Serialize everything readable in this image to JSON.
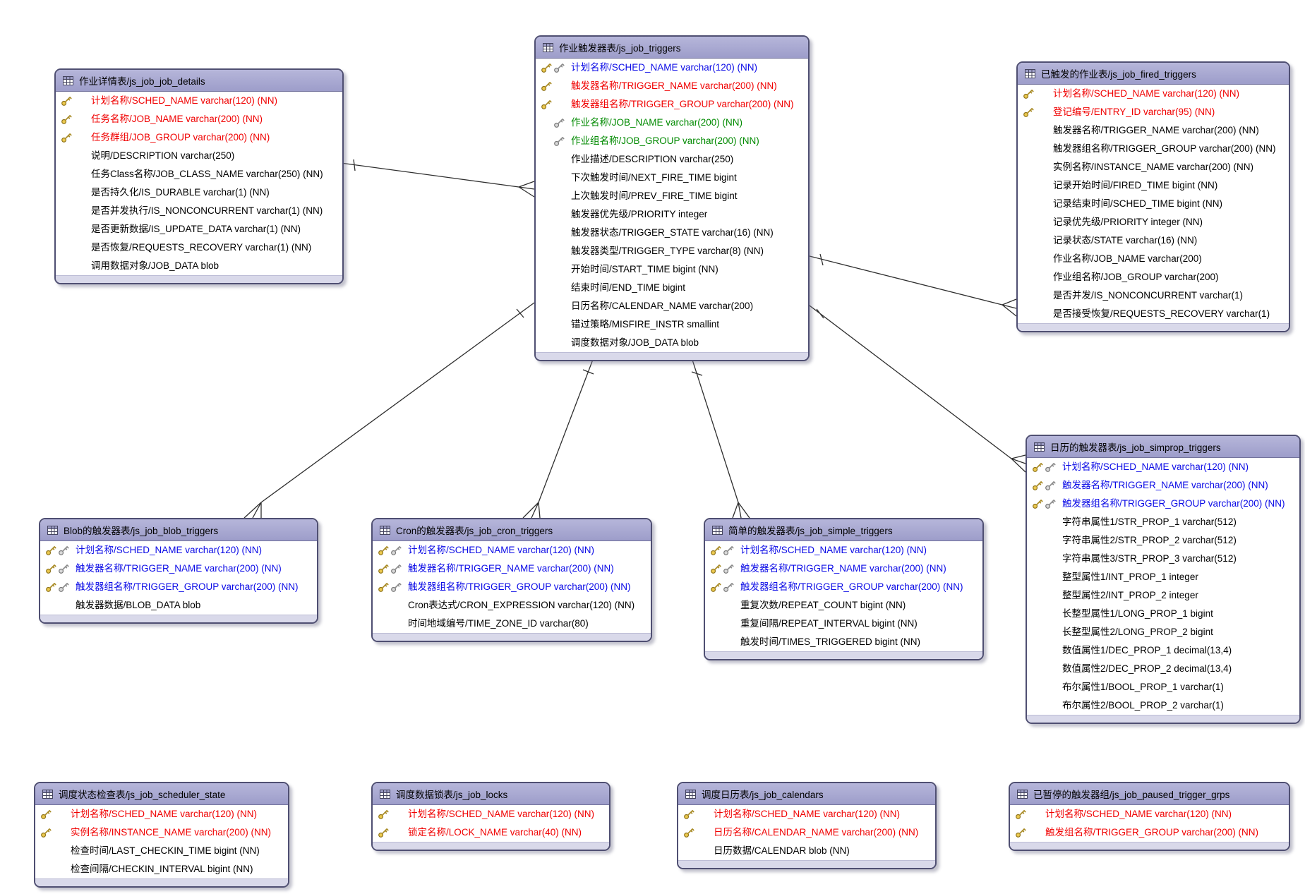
{
  "diagram": {
    "tables": [
      {
        "id": "js_job_job_details",
        "title": "作业详情表/js_job_job_details",
        "fields": [
          {
            "t": "计划名称/SCHED_NAME varchar(120) (NN)",
            "c": "red",
            "k": "g"
          },
          {
            "t": "任务名称/JOB_NAME varchar(200) (NN)",
            "c": "red",
            "k": "g"
          },
          {
            "t": "任务群组/JOB_GROUP varchar(200) (NN)",
            "c": "red",
            "k": "g"
          },
          {
            "t": "说明/DESCRIPTION varchar(250)"
          },
          {
            "t": "任务Class名称/JOB_CLASS_NAME varchar(250) (NN)"
          },
          {
            "t": "是否持久化/IS_DURABLE varchar(1) (NN)"
          },
          {
            "t": "是否并发执行/IS_NONCONCURRENT varchar(1) (NN)"
          },
          {
            "t": "是否更新数据/IS_UPDATE_DATA varchar(1) (NN)"
          },
          {
            "t": "是否恢复/REQUESTS_RECOVERY varchar(1) (NN)"
          },
          {
            "t": "调用数据对象/JOB_DATA blob"
          }
        ]
      },
      {
        "id": "js_job_triggers",
        "title": "作业触发器表/js_job_triggers",
        "fields": [
          {
            "t": "计划名称/SCHED_NAME varchar(120) (NN)",
            "c": "blue",
            "k": "gs"
          },
          {
            "t": "触发器名称/TRIGGER_NAME varchar(200) (NN)",
            "c": "red",
            "k": "g"
          },
          {
            "t": "触发器组名称/TRIGGER_GROUP varchar(200) (NN)",
            "c": "red",
            "k": "g"
          },
          {
            "t": "作业名称/JOB_NAME varchar(200) (NN)",
            "c": "green",
            "k": "s"
          },
          {
            "t": "作业组名称/JOB_GROUP varchar(200) (NN)",
            "c": "green",
            "k": "s"
          },
          {
            "t": "作业描述/DESCRIPTION varchar(250)"
          },
          {
            "t": "下次触发时间/NEXT_FIRE_TIME bigint"
          },
          {
            "t": "上次触发时间/PREV_FIRE_TIME bigint"
          },
          {
            "t": "触发器优先级/PRIORITY integer"
          },
          {
            "t": "触发器状态/TRIGGER_STATE varchar(16) (NN)"
          },
          {
            "t": "触发器类型/TRIGGER_TYPE varchar(8) (NN)"
          },
          {
            "t": "开始时间/START_TIME bigint (NN)"
          },
          {
            "t": "结束时间/END_TIME bigint"
          },
          {
            "t": "日历名称/CALENDAR_NAME varchar(200)"
          },
          {
            "t": "错过策略/MISFIRE_INSTR smallint"
          },
          {
            "t": "调度数据对象/JOB_DATA blob"
          }
        ]
      },
      {
        "id": "js_job_fired_triggers",
        "title": "已触发的作业表/js_job_fired_triggers",
        "fields": [
          {
            "t": "计划名称/SCHED_NAME varchar(120) (NN)",
            "c": "red",
            "k": "g"
          },
          {
            "t": "登记编号/ENTRY_ID varchar(95) (NN)",
            "c": "red",
            "k": "g"
          },
          {
            "t": "触发器名称/TRIGGER_NAME varchar(200) (NN)"
          },
          {
            "t": "触发器组名称/TRIGGER_GROUP varchar(200) (NN)"
          },
          {
            "t": "实例名称/INSTANCE_NAME varchar(200) (NN)"
          },
          {
            "t": "记录开始时间/FIRED_TIME bigint (NN)"
          },
          {
            "t": "记录结束时间/SCHED_TIME bigint (NN)"
          },
          {
            "t": "记录优先级/PRIORITY integer (NN)"
          },
          {
            "t": "记录状态/STATE varchar(16) (NN)"
          },
          {
            "t": "作业名称/JOB_NAME varchar(200)"
          },
          {
            "t": "作业组名称/JOB_GROUP varchar(200)"
          },
          {
            "t": "是否并发/IS_NONCONCURRENT varchar(1)"
          },
          {
            "t": "是否接受恢复/REQUESTS_RECOVERY varchar(1)"
          }
        ]
      },
      {
        "id": "js_job_blob_triggers",
        "title": "Blob的触发器表/js_job_blob_triggers",
        "fields": [
          {
            "t": "计划名称/SCHED_NAME varchar(120) (NN)",
            "c": "blue",
            "k": "gs"
          },
          {
            "t": "触发器名称/TRIGGER_NAME varchar(200) (NN)",
            "c": "blue",
            "k": "gs"
          },
          {
            "t": "触发器组名称/TRIGGER_GROUP varchar(200) (NN)",
            "c": "blue",
            "k": "gs"
          },
          {
            "t": "触发器数据/BLOB_DATA blob"
          }
        ]
      },
      {
        "id": "js_job_cron_triggers",
        "title": "Cron的触发器表/js_job_cron_triggers",
        "fields": [
          {
            "t": "计划名称/SCHED_NAME varchar(120) (NN)",
            "c": "blue",
            "k": "gs"
          },
          {
            "t": "触发器名称/TRIGGER_NAME varchar(200) (NN)",
            "c": "blue",
            "k": "gs"
          },
          {
            "t": "触发器组名称/TRIGGER_GROUP varchar(200) (NN)",
            "c": "blue",
            "k": "gs"
          },
          {
            "t": "Cron表达式/CRON_EXPRESSION varchar(120) (NN)"
          },
          {
            "t": "时间地域编号/TIME_ZONE_ID varchar(80)"
          }
        ]
      },
      {
        "id": "js_job_simple_triggers",
        "title": "简单的触发器表/js_job_simple_triggers",
        "fields": [
          {
            "t": "计划名称/SCHED_NAME varchar(120) (NN)",
            "c": "blue",
            "k": "gs"
          },
          {
            "t": "触发器名称/TRIGGER_NAME varchar(200) (NN)",
            "c": "blue",
            "k": "gs"
          },
          {
            "t": "触发器组名称/TRIGGER_GROUP varchar(200) (NN)",
            "c": "blue",
            "k": "gs"
          },
          {
            "t": "重复次数/REPEAT_COUNT bigint (NN)"
          },
          {
            "t": "重复间隔/REPEAT_INTERVAL bigint (NN)"
          },
          {
            "t": "触发时间/TIMES_TRIGGERED bigint (NN)"
          }
        ]
      },
      {
        "id": "js_job_simprop_triggers",
        "title": "日历的触发器表/js_job_simprop_triggers",
        "fields": [
          {
            "t": "计划名称/SCHED_NAME varchar(120) (NN)",
            "c": "blue",
            "k": "gs"
          },
          {
            "t": "触发器名称/TRIGGER_NAME varchar(200) (NN)",
            "c": "blue",
            "k": "gs"
          },
          {
            "t": "触发器组名称/TRIGGER_GROUP varchar(200) (NN)",
            "c": "blue",
            "k": "gs"
          },
          {
            "t": "字符串属性1/STR_PROP_1 varchar(512)"
          },
          {
            "t": "字符串属性2/STR_PROP_2 varchar(512)"
          },
          {
            "t": "字符串属性3/STR_PROP_3 varchar(512)"
          },
          {
            "t": "整型属性1/INT_PROP_1 integer"
          },
          {
            "t": "整型属性2/INT_PROP_2 integer"
          },
          {
            "t": "长整型属性1/LONG_PROP_1 bigint"
          },
          {
            "t": "长整型属性2/LONG_PROP_2 bigint"
          },
          {
            "t": "数值属性1/DEC_PROP_1 decimal(13,4)"
          },
          {
            "t": "数值属性2/DEC_PROP_2 decimal(13,4)"
          },
          {
            "t": "布尔属性1/BOOL_PROP_1 varchar(1)"
          },
          {
            "t": "布尔属性2/BOOL_PROP_2 varchar(1)"
          }
        ]
      },
      {
        "id": "js_job_scheduler_state",
        "title": "调度状态检查表/js_job_scheduler_state",
        "fields": [
          {
            "t": "计划名称/SCHED_NAME varchar(120) (NN)",
            "c": "red",
            "k": "g"
          },
          {
            "t": "实例名称/INSTANCE_NAME varchar(200) (NN)",
            "c": "red",
            "k": "g"
          },
          {
            "t": "检查时间/LAST_CHECKIN_TIME bigint (NN)"
          },
          {
            "t": "检查间隔/CHECKIN_INTERVAL bigint (NN)"
          }
        ]
      },
      {
        "id": "js_job_locks",
        "title": "调度数据锁表/js_job_locks",
        "fields": [
          {
            "t": "计划名称/SCHED_NAME varchar(120) (NN)",
            "c": "red",
            "k": "g"
          },
          {
            "t": "锁定名称/LOCK_NAME varchar(40) (NN)",
            "c": "red",
            "k": "g"
          }
        ]
      },
      {
        "id": "js_job_calendars",
        "title": "调度日历表/js_job_calendars",
        "fields": [
          {
            "t": "计划名称/SCHED_NAME varchar(120) (NN)",
            "c": "red",
            "k": "g"
          },
          {
            "t": "日历名称/CALENDAR_NAME varchar(200) (NN)",
            "c": "red",
            "k": "g"
          },
          {
            "t": "日历数据/CALENDAR blob (NN)"
          }
        ]
      },
      {
        "id": "js_job_paused_trigger_grps",
        "title": "已暂停的触发器组/js_job_paused_trigger_grps",
        "fields": [
          {
            "t": "计划名称/SCHED_NAME varchar(120) (NN)",
            "c": "red",
            "k": "g"
          },
          {
            "t": "触发组名称/TRIGGER_GROUP varchar(200) (NN)",
            "c": "red",
            "k": "g"
          }
        ]
      }
    ],
    "relationships": [
      {
        "one": "js_job_job_details",
        "many": "js_job_triggers"
      },
      {
        "one": "js_job_triggers",
        "many": "js_job_blob_triggers"
      },
      {
        "one": "js_job_triggers",
        "many": "js_job_cron_triggers"
      },
      {
        "one": "js_job_triggers",
        "many": "js_job_simple_triggers"
      },
      {
        "one": "js_job_triggers",
        "many": "js_job_simprop_triggers"
      },
      {
        "one": "js_job_triggers",
        "many": "js_job_fired_triggers"
      }
    ]
  }
}
